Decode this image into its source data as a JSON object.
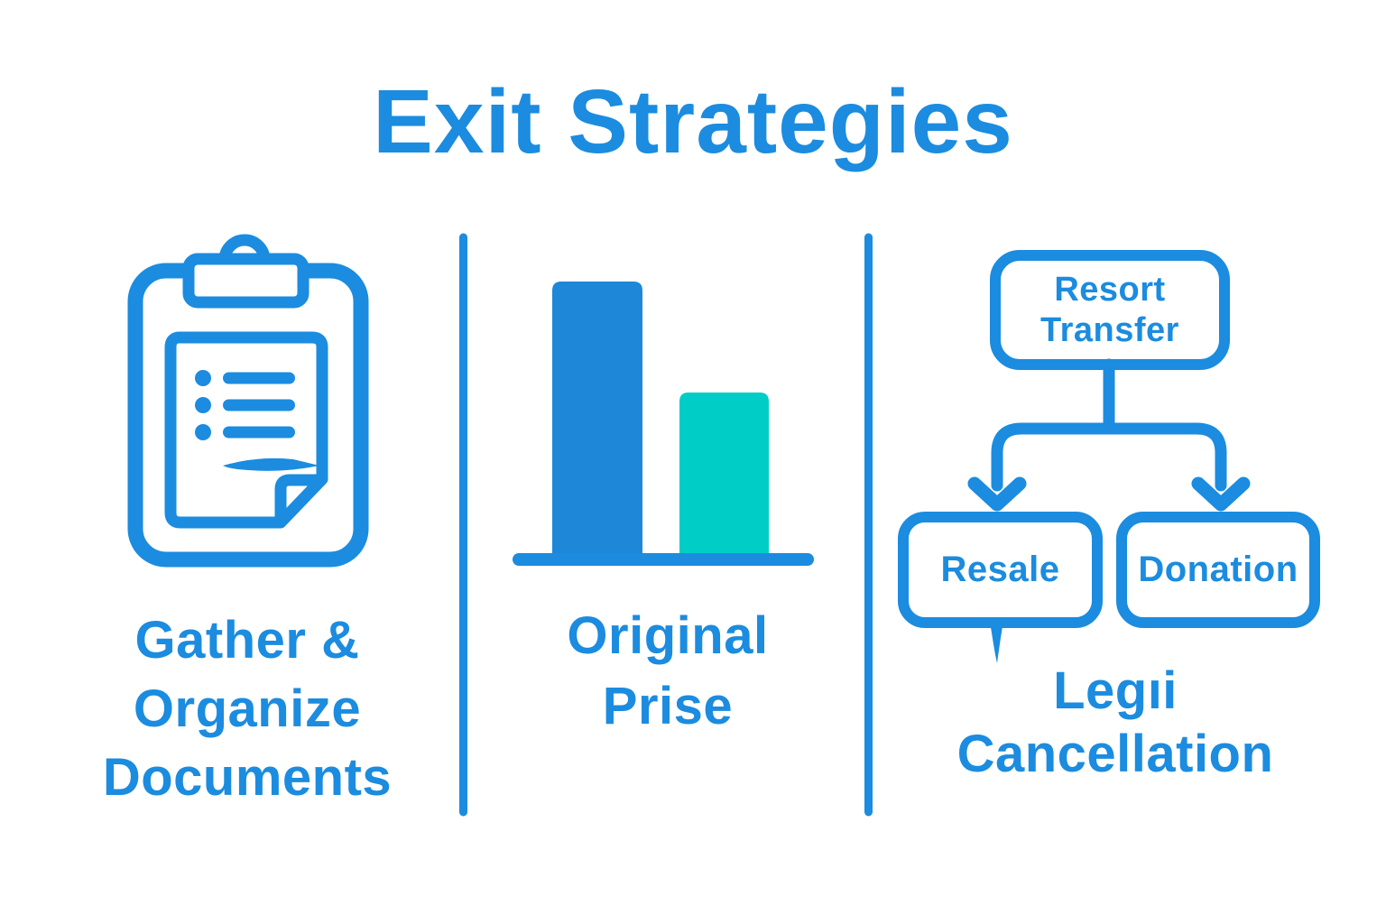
{
  "title": "Exit Strategies",
  "colors": {
    "primary_blue": "#1b8cdf",
    "bar_blue": "#1f87d7",
    "bar_teal": "#00cdc6",
    "background": "#ffffff"
  },
  "panels": {
    "documents": {
      "icon": "clipboard-checklist-icon",
      "caption_lines": [
        "Gather &",
        "Organize",
        "Documents"
      ]
    },
    "price": {
      "icon": "bar-chart-icon",
      "caption_lines": [
        "Original",
        "Prise"
      ],
      "chart": {
        "type": "bar",
        "title": "",
        "categories": [
          "bar-1",
          "bar-2"
        ],
        "values": [
          1.0,
          0.6
        ],
        "series_colors": [
          "#1f87d7",
          "#00cdc6"
        ],
        "xlabel": "",
        "ylabel": "",
        "note": "decorative pictogram, no axis labels or tick values shown"
      }
    },
    "cancellation": {
      "flowchart": {
        "root_box_lines": [
          "Resort",
          "Transfer"
        ],
        "child_boxes": [
          "Resale",
          "Donation"
        ]
      },
      "caption_lines": [
        "Legıi",
        "Cancellation"
      ]
    }
  }
}
